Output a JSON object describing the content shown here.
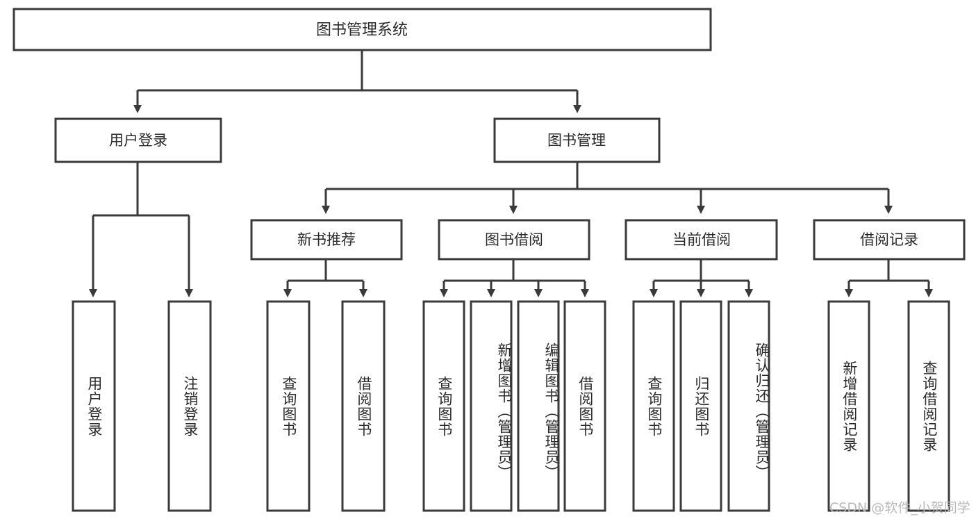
{
  "diagram": {
    "title": "图书管理系统",
    "type": "tree-hierarchy",
    "colors": {
      "box_stroke": "#3a3a3a",
      "box_fill": "#ffffff",
      "text": "#2b2b2b",
      "connector": "#3a3a3a",
      "background": "#ffffff",
      "watermark": "#b9b9b9"
    },
    "root": {
      "label": "图书管理系统"
    },
    "level2": [
      {
        "label": "用户登录"
      },
      {
        "label": "图书管理"
      }
    ],
    "level3": [
      {
        "label": "新书推荐"
      },
      {
        "label": "图书借阅"
      },
      {
        "label": "当前借阅"
      },
      {
        "label": "借阅记录"
      }
    ],
    "leaves": {
      "user_login": [
        {
          "label": "用户登录"
        },
        {
          "label": "注销登录"
        }
      ],
      "new_book_recommend": [
        {
          "label": "查询图书"
        },
        {
          "label": "借阅图书"
        }
      ],
      "book_borrow": [
        {
          "label": "查询图书"
        },
        {
          "label": "新增图书（管理员）"
        },
        {
          "label": "编辑图书（管理员）"
        },
        {
          "label": "借阅图书"
        }
      ],
      "current_borrow": [
        {
          "label": "查询图书"
        },
        {
          "label": "归还图书"
        },
        {
          "label": "确认归还（管理员）"
        }
      ],
      "borrow_record": [
        {
          "label": "新增借阅记录"
        },
        {
          "label": "查询借阅记录"
        }
      ]
    },
    "watermark": "CSDN @软件_小贺同学"
  }
}
